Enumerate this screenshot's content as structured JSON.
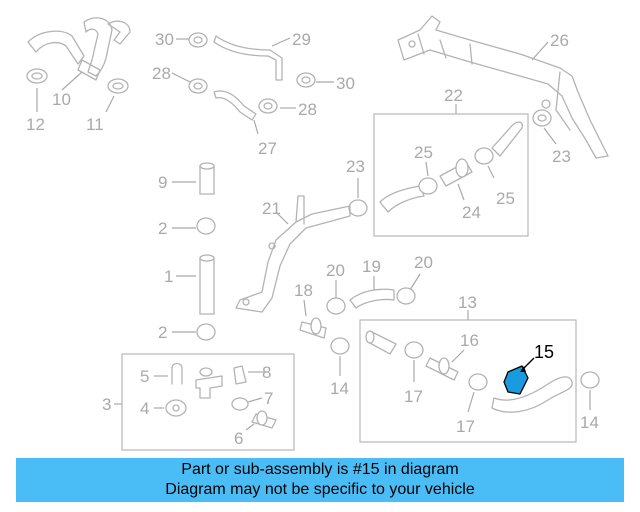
{
  "diagram": {
    "labels": {
      "p1": "1",
      "p2a": "2",
      "p2b": "2",
      "p3": "3",
      "p4": "4",
      "p5": "5",
      "p6": "6",
      "p7": "7",
      "p8": "8",
      "p9": "9",
      "p10": "10",
      "p11": "11",
      "p12": "12",
      "p13": "13",
      "p14a": "14",
      "p14b": "14",
      "p15": "15",
      "p16": "16",
      "p17a": "17",
      "p17b": "17",
      "p18": "18",
      "p19": "19",
      "p20a": "20",
      "p20b": "20",
      "p21": "21",
      "p22": "22",
      "p23a": "23",
      "p23b": "23",
      "p24": "24",
      "p25a": "25",
      "p25b": "25",
      "p26": "26",
      "p27": "27",
      "p28a": "28",
      "p28b": "28",
      "p29": "29",
      "p30a": "30",
      "p30b": "30"
    },
    "highlight_color": "#1a9be0",
    "highlighted_part": "15"
  },
  "banner": {
    "line1": "Part or sub-assembly is #15 in diagram",
    "line2": "Diagram may not be specific to your vehicle",
    "background": "#4bbdf6"
  }
}
